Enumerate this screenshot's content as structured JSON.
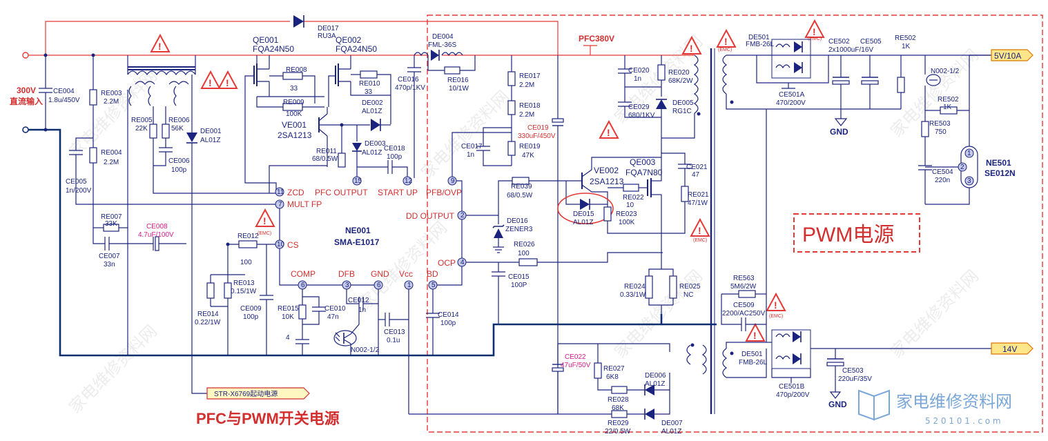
{
  "section_labels": {
    "pfc_pwm_title": "PFC与PWM开关电源",
    "pwm_box_title": "PWM电源",
    "input_voltage": "300V",
    "input_desc": "直流输入",
    "pfc_rail": "PFC380V"
  },
  "outputs": {
    "out_5v": "5V/10A",
    "out_14v": "14V",
    "start_ic": "STR-X6769起动电源"
  },
  "ic": {
    "name": "NE001",
    "part": "SMA-E1017"
  },
  "ic2": {
    "name": "NE501",
    "part": "SE012N"
  },
  "pins": {
    "p11": "11",
    "p7": "7",
    "p10": "10",
    "p15": "15",
    "p12": "12",
    "p9": "9",
    "p2": "2",
    "p4": "4",
    "p6": "6",
    "p3": "3",
    "p6b": "6",
    "p1": "1",
    "p5": "5",
    "zcd": "ZCD",
    "mult": "MULT FP",
    "cs": "CS",
    "pfc_out": "PFC OUTPUT",
    "start": "START UP",
    "pfb": "PFB/OVP",
    "dd": "DD OUTPUT",
    "ocp": "OCP",
    "comp": "COMP",
    "dfb": "DFB",
    "gnd": "GND",
    "vcc": "Vcc",
    "bd": "BD"
  },
  "transistors": {
    "qe001": "QE001",
    "qe001p": "FQA24N50",
    "qe002": "QE002",
    "qe002p": "FQA24N50",
    "ve001": "VE001",
    "ve001p": "2SA1213",
    "ve002": "VE002",
    "ve002p": "2SA1213",
    "qe003": "QE003",
    "qe003p": "FQA7N80"
  },
  "diodes": {
    "de017": "DE017",
    "de017v": "RU3A",
    "de004": "DE004",
    "de004v": "FML-36S",
    "de001": "DE001",
    "de001v": "AL01Z",
    "de002": "DE002",
    "de002v": "AL01Z",
    "de003": "DE003",
    "de003v": "AL01Z",
    "de005": "DE005",
    "de005v": "RG1C",
    "de015": "DE015",
    "de015v": "AL01Z",
    "de016": "DE016",
    "de016v": "ZENER3",
    "de006": "DE006",
    "de006v": "AL01Z",
    "de007": "DE007",
    "de007v": "AL01Z",
    "de501": "DE501",
    "de501v": "FMB-26L",
    "de501b": "DE501",
    "de501bv": "FMB-26L"
  },
  "resistors": {
    "re003": "RE003",
    "re003v": "2.2M",
    "re004": "RE004",
    "re004v": "2.2M",
    "re005": "RE005",
    "re005v": "22K",
    "re006": "RE006",
    "re006v": "56K",
    "re007": "RE007",
    "re007v": "33K",
    "re008": "RE008",
    "re008v": "33",
    "re009": "RE009",
    "re009v": "100K",
    "re010": "RE010",
    "re010v": "33",
    "re011": "RE011",
    "re011v": "68/0.5W",
    "re012": "RE012",
    "re012v": "100",
    "re013": "RE013",
    "re013v": "0.15/1W",
    "re014": "RE014",
    "re014v": "0.22/1W",
    "re015": "RE015",
    "re015v": "10K",
    "re016": "RE016",
    "re016v": "10/1W",
    "re017": "RE017",
    "re017v": "2.2M",
    "re018": "RE018",
    "re018v": "2.2M",
    "re019": "RE019",
    "re019v": "47K",
    "re020": "RE020",
    "re020v": "68K/2W",
    "re021": "RE021",
    "re021v": "47/1W",
    "re022": "RE022",
    "re022v": "10",
    "re023": "RE023",
    "re023v": "100K",
    "re024": "RE024",
    "re024v": "0.33/1W",
    "re025": "RE025",
    "re025v": "NC",
    "re026": "RE026",
    "re026v": "100",
    "re027": "RE027",
    "re027v": "6K8",
    "re028": "RE028",
    "re028v": "68K",
    "re029": "RE029",
    "re029v": "22/0.5W",
    "re039": "RE039",
    "re039v": "68/0.5W",
    "re502": "RE502",
    "re502v": "1K",
    "re502b": "RE502",
    "re502bv": "1K",
    "re503": "RE503",
    "re503v": "750",
    "re563": "RE563",
    "re563v": "5M6/2W"
  },
  "capacitors": {
    "ce004": "CE004",
    "ce004v": "1.8u/450V",
    "ce005": "CE005",
    "ce005v": "1n/200V",
    "ce006": "CE006",
    "ce006v": "100p",
    "ce007": "CE007",
    "ce007v": "33n",
    "ce008": "CE008",
    "ce008v": "4.7uF/100V",
    "ce009": "CE009",
    "ce009v": "100p",
    "ce010": "CE010",
    "ce010v": "47n",
    "ce012": "CE012",
    "ce012v": "1n",
    "ce013": "CE013",
    "ce013v": "0.1u",
    "ce014": "CE014",
    "ce014v": "100p",
    "ce015": "CE015",
    "ce015v": "100P",
    "ce016": "CE016",
    "ce016v": "470p/1KV",
    "ce017": "CE017",
    "ce017v": "1n",
    "ce018": "CE018",
    "ce018v": "100p",
    "ce019": "CE019",
    "ce019v": "330uF/450V",
    "ce020": "CE020",
    "ce020v": "1n",
    "ce021": "CE021",
    "ce021v": "47",
    "ce022": "CE022",
    "ce022v": "47uF/50V",
    "ce029": "CE029",
    "ce029v": "680/1KV",
    "ce501a": "CE501A",
    "ce501av": "470/200V",
    "ce501b": "CE501B",
    "ce501bv": "470p/200V",
    "ce502": "CE502",
    "ce502v": "2x1000uF/16V",
    "ce503": "CE503",
    "ce503v": "220uF/35V",
    "ce504": "CE504",
    "ce504v": "220n",
    "ce505": "CE505",
    "ce509": "CE509",
    "ce509v": "2200/AC250V"
  },
  "misc": {
    "n002a": "N002-1/2",
    "n002b": "N002-1/2",
    "gnd1": "GND",
    "gnd2": "GND",
    "emc": "(EMC)",
    "four": "4",
    "pin1": "1",
    "pin2": "2",
    "pin3": "3"
  },
  "watermark": {
    "brand": "家电维修资料网",
    "url": "5 2 0 1 0 1 . c o m"
  }
}
